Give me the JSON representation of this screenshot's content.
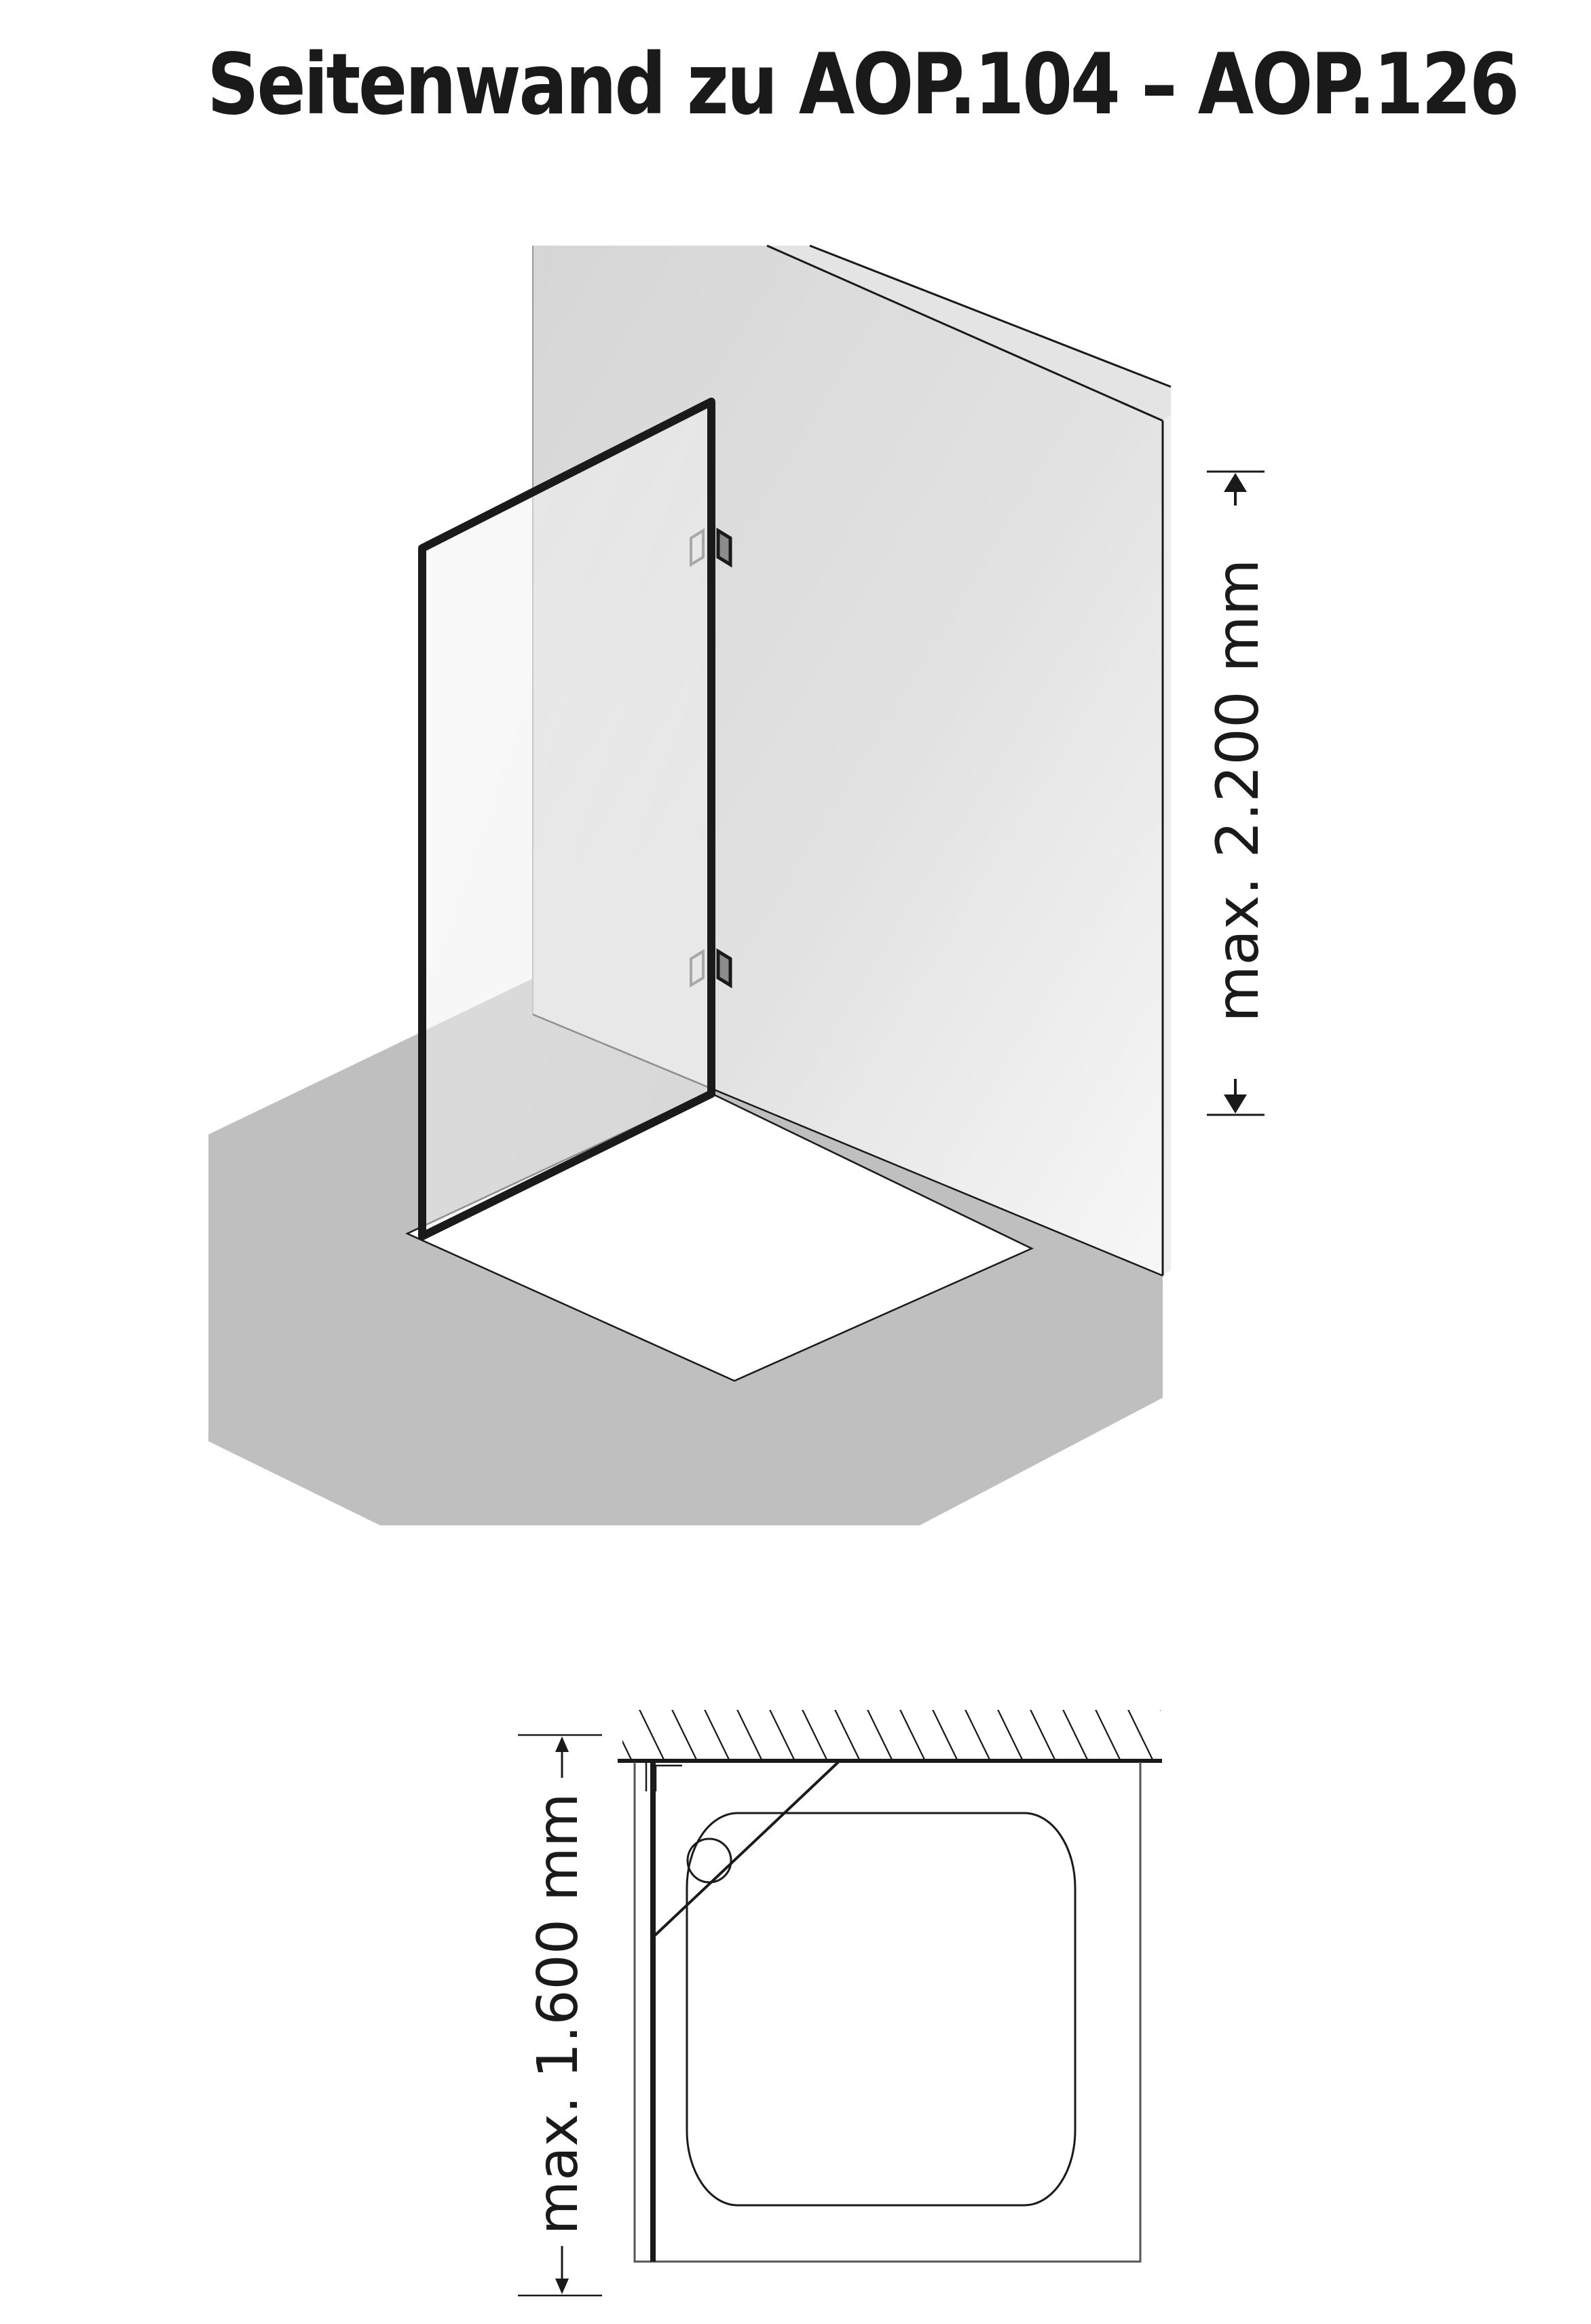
{
  "title": "Seitenwand zu AOP.104 – AOP.126",
  "isometric_view": {
    "height_dimension": {
      "label": "max. 2.200 mm",
      "value_mm": 2200,
      "qualifier": "max."
    },
    "elements": [
      "back-wall",
      "floor",
      "shower-tray",
      "glass-side-panel",
      "wall-hinge-upper",
      "wall-hinge-lower"
    ]
  },
  "plan_view": {
    "width_dimension": {
      "label": "max. 1.600 mm",
      "value_mm": 1600,
      "qualifier": "max."
    },
    "elements": [
      "hatched-wall",
      "shower-tray-outline",
      "inner-basin",
      "drain",
      "glass-panel",
      "door-swing-line"
    ]
  },
  "colors": {
    "ink": "#1a1a1a",
    "floor_gray": "#bfbfbf",
    "wall_gray": "#dcdcdc",
    "hinge_gray": "#8c8c8c"
  }
}
